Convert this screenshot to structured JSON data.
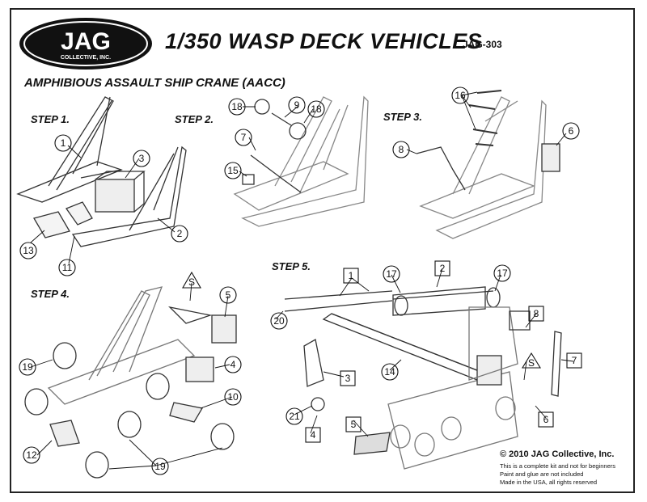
{
  "logo": {
    "name": "JAG",
    "sub": "COLLECTIVE, INC."
  },
  "header": {
    "title": "1/350 WASP DECK VEHICLES",
    "code": "JAG-303"
  },
  "subtitle": "AMPHIBIOUS ASSAULT SHIP CRANE (AACC)",
  "steps": [
    "STEP 1.",
    "STEP 2.",
    "STEP 3.",
    "STEP 4.",
    "STEP 5."
  ],
  "callouts": {
    "s1": [
      "1",
      "3",
      "13",
      "11",
      "2"
    ],
    "s2": [
      "18",
      "9",
      "18",
      "7",
      "15"
    ],
    "s3": [
      "16",
      "6",
      "8"
    ],
    "s4": [
      "S",
      "5",
      "4",
      "19",
      "10",
      "12",
      "19"
    ],
    "s5": [
      "1",
      "17",
      "2",
      "17",
      "8",
      "20",
      "14",
      "3",
      "S",
      "7",
      "21",
      "6",
      "4",
      "5"
    ]
  },
  "footer": {
    "copyright": "© 2010 JAG Collective, Inc.",
    "lines": [
      "This is a complete kit and not for beginners",
      "Paint and glue are not included",
      "Made in the USA, all rights reserved"
    ]
  }
}
